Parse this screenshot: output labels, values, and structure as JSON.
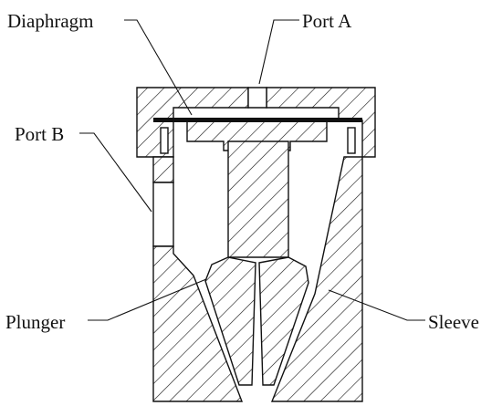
{
  "labels": {
    "diaphragm": "Diaphragm",
    "port_a": "Port A",
    "port_b": "Port B",
    "plunger": "Plunger",
    "sleeve": "Sleeve"
  },
  "colors": {
    "line": "#111111",
    "background": "#ffffff"
  }
}
